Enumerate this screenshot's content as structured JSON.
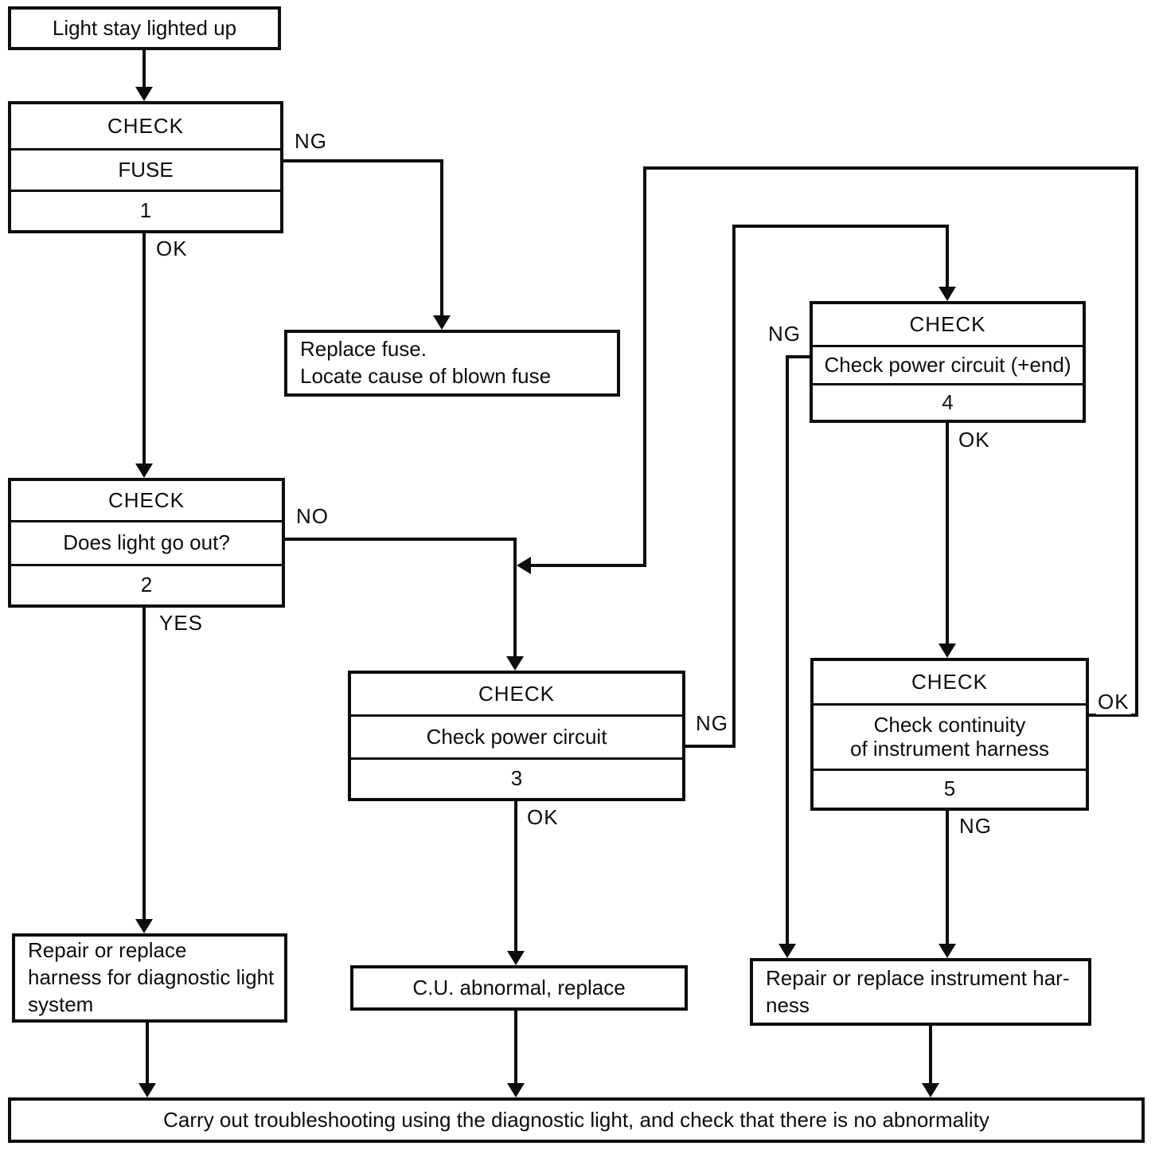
{
  "colors": {
    "ink": "#0d0d0d",
    "paper": "#ffffff"
  },
  "boxes": {
    "start": "Light stay lighted up",
    "check1": {
      "title": "CHECK",
      "desc": "FUSE",
      "num": "1"
    },
    "check2": {
      "title": "CHECK",
      "desc": "Does light go out?",
      "num": "2"
    },
    "check3": {
      "title": "CHECK",
      "desc": "Check power circuit",
      "num": "3"
    },
    "check4": {
      "title": "CHECK",
      "desc": "Check power circuit (+end)",
      "num": "4"
    },
    "check5": {
      "title": "CHECK",
      "desc_line1": "Check continuity",
      "desc_line2": "of instrument harness",
      "num": "5"
    },
    "replace_fuse": {
      "line1": "Replace fuse.",
      "line2": "Locate cause of blown fuse"
    },
    "repair_diag": {
      "line1": "Repair or replace",
      "line2": "harness for diagnostic light",
      "line3": "system"
    },
    "cu_abnormal": "C.U. abnormal, replace",
    "repair_instr": {
      "line1": "Repair or replace instrument har-",
      "line2": "ness"
    },
    "bottom_bar": "Carry out troubleshooting using the diagnostic light, and check that there is no abnormality"
  },
  "labels": {
    "check1_ng": "NG",
    "check1_ok": "OK",
    "check2_no": "NO",
    "check2_yes": "YES",
    "check3_ng": "NG",
    "check3_ok": "OK",
    "check4_ng": "NG",
    "check4_ok": "OK",
    "check5_ok": "OK",
    "check5_ng": "NG"
  }
}
